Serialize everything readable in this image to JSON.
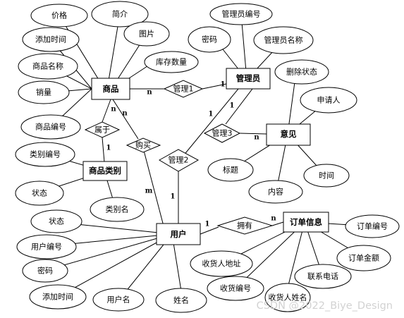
{
  "entities": {
    "product": "商品",
    "admin": "管理员",
    "category": "商品类别",
    "user": "用户",
    "feedback": "意见",
    "order": "订单信息"
  },
  "relationships": {
    "manage1": "管理1",
    "manage2": "管理2",
    "manage3": "管理3",
    "belongs_to": "属于",
    "purchase": "购买",
    "owns": "拥有"
  },
  "attributes": {
    "product": [
      "价格",
      "简介",
      "添加时间",
      "图片",
      "商品名称",
      "库存数量",
      "销量",
      "商品编号"
    ],
    "admin": [
      "管理员编号",
      "密码",
      "管理员名称"
    ],
    "feedback": [
      "删除状态",
      "申请人",
      "标题",
      "时间",
      "内容"
    ],
    "category": [
      "类别编号",
      "状态",
      "类别名"
    ],
    "user": [
      "状态",
      "用户编号",
      "密码",
      "添加时间",
      "用户名",
      "姓名"
    ],
    "order": [
      "订单编号",
      "订单金额",
      "联系电话",
      "收货人地址",
      "收货编号",
      "收货人姓名"
    ]
  },
  "cardinalities": {
    "product_manage1": "n",
    "admin_manage1": "1",
    "admin_manage2": "1",
    "user_manage2": "1",
    "admin_manage3": "1",
    "feedback_manage3": "n",
    "product_belongs": "n",
    "category_belongs": "1",
    "product_purchase": "n",
    "user_purchase": "m",
    "user_owns": "1",
    "order_owns": "n"
  },
  "watermark": "CSDN @2022_Biye_Design"
}
